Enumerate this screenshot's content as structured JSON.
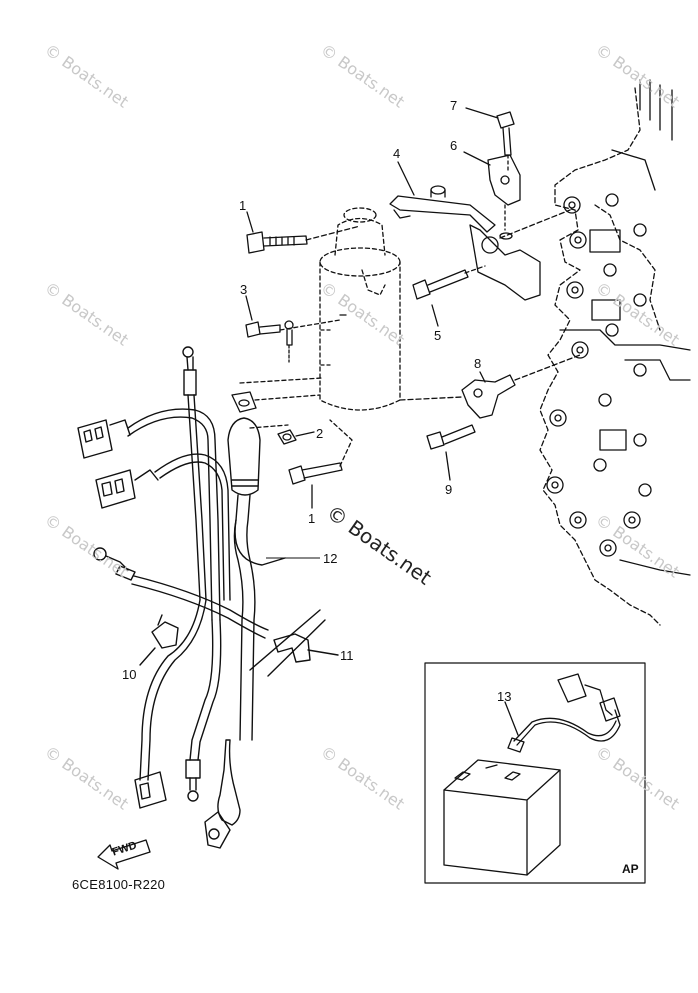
{
  "watermark": "© Boats.net",
  "center_watermark": "© Boats.net",
  "diagram_code": "6CE8100-R220",
  "inset_label": "AP",
  "fwd_label": "FWD",
  "callouts": {
    "c1a": "1",
    "c1b": "1",
    "c2": "2",
    "c3": "3",
    "c4": "4",
    "c5": "5",
    "c6": "6",
    "c7": "7",
    "c8": "8",
    "c9": "9",
    "c10": "10",
    "c11": "11",
    "c12": "12",
    "c13": "13"
  }
}
